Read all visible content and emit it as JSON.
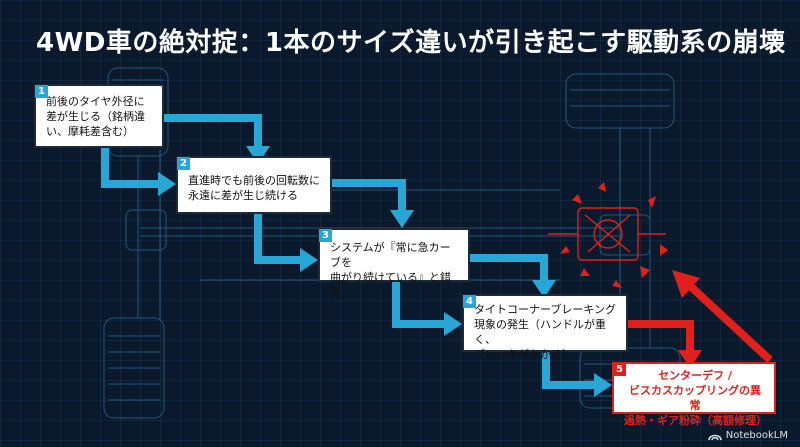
{
  "title": "4WD車の絶対掟：1本のサイズ違いが引き起こす駆動系の崩壊",
  "steps": [
    {
      "num": "1",
      "text": "前後のタイヤ外径に差が生じる（銘柄違い、摩耗差含む）"
    },
    {
      "num": "2",
      "text": "直進時でも前後の回転数に\n永遠に差が生じ続ける"
    },
    {
      "num": "3",
      "text": "システムが『常に急カーブを\n曲がり続けている』と錯覚"
    },
    {
      "num": "4",
      "text": "タイトコーナーブレーキング\n現象の発生（ハンドルが重く、\nブレーキがかかる）"
    },
    {
      "num": "5",
      "text": "センターデフ /\nビスカスカップリングの異常\n過熱・ギア粉砕（高額修理）"
    }
  ],
  "footer": {
    "brand": "NotebookLM",
    "icon": "notebooklm-logo-icon"
  },
  "colors": {
    "background": "#0a1a2c",
    "arrow": "#28a7d6",
    "danger": "#e0201b",
    "blueprint": "#3a86b8"
  }
}
